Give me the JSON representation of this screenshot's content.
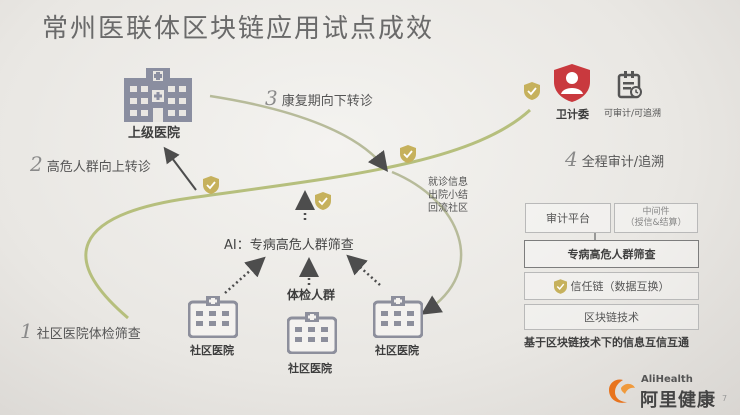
{
  "title": "常州医联体区块链应用试点成效",
  "hospital": {
    "label": "上级医院"
  },
  "steps": {
    "s1": {
      "num": "1",
      "text": "社区医院体检筛查"
    },
    "s2": {
      "num": "2",
      "text": "高危人群向上转诊"
    },
    "s3": {
      "num": "3",
      "text": "康复期向下转诊"
    },
    "s4": {
      "num": "4",
      "text": "全程审计/追溯"
    }
  },
  "ai_label": "AI：专病高危人群筛查",
  "exam_group_label": "体检人群",
  "community": [
    "社区医院",
    "社区医院",
    "社区医院"
  ],
  "discharge_lines": [
    "就诊信息",
    "出院小结",
    "回流社区"
  ],
  "audit_icons": {
    "commission": "卫计委",
    "auditable": "可审计/可追溯"
  },
  "stack": {
    "audit_platform": "审计平台",
    "middleware_line1": "中间件",
    "middleware_line2": "（授信&结算）",
    "screening": "专病高危人群筛查",
    "trust_chain": "信任链（数据互换）",
    "blockchain": "区块链技术",
    "caption": "基于区块链技术下的信息互信互通"
  },
  "brand": {
    "en": "AliHealth",
    "zh": "阿里健康"
  },
  "page_number": "7",
  "colors": {
    "accent": "#b9c27a",
    "shield": "#c8b25a",
    "commission": "#c8383d",
    "brand": "#e8741e"
  }
}
